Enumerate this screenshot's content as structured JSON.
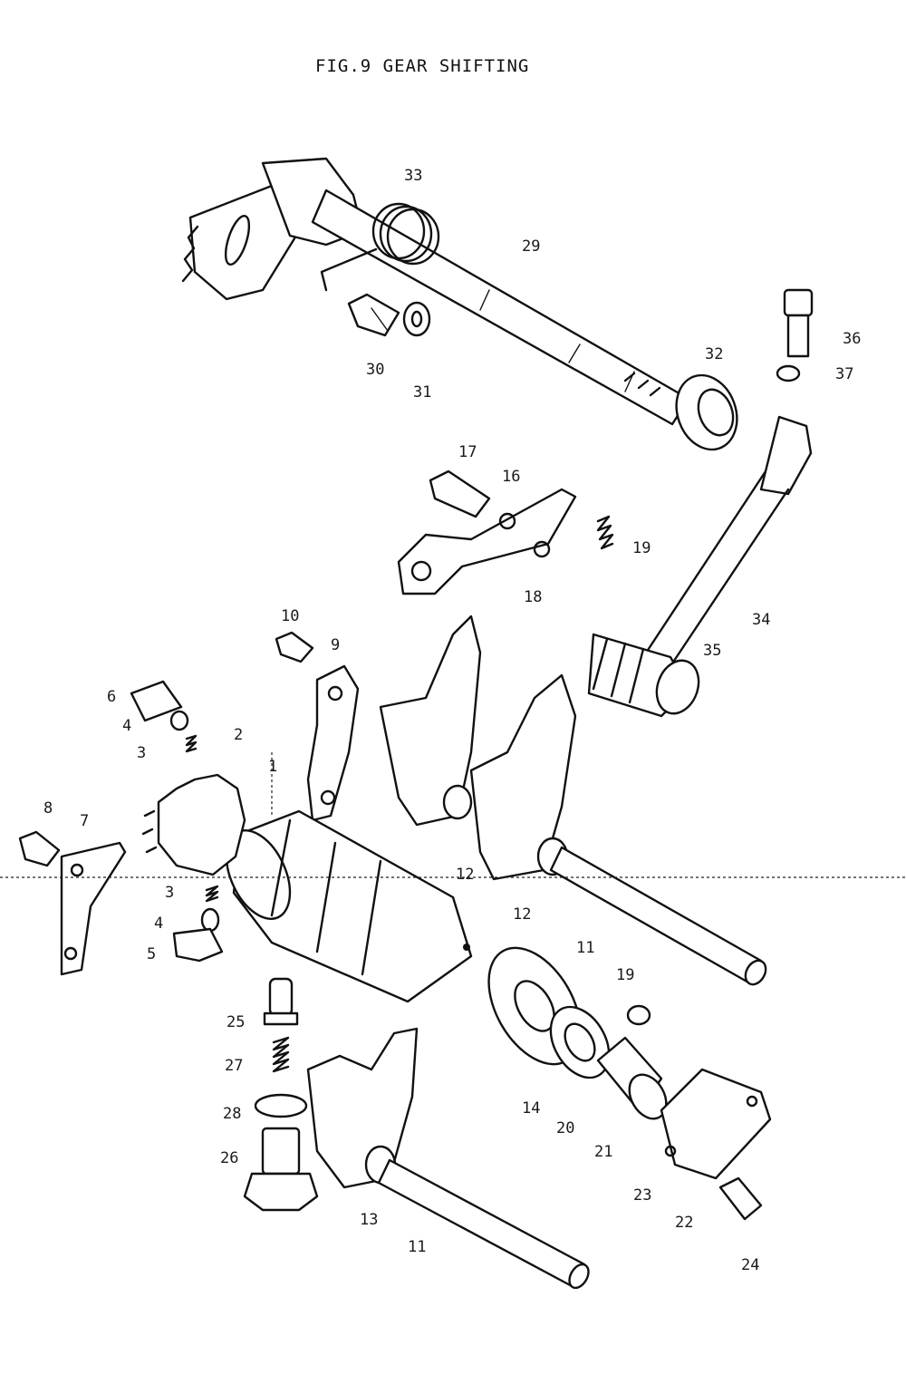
{
  "figure": {
    "title": "FIG.9  GEAR SHIFTING"
  },
  "callouts": [
    {
      "id": "c33",
      "text": "33"
    },
    {
      "id": "c29",
      "text": "29"
    },
    {
      "id": "c30",
      "text": "30"
    },
    {
      "id": "c31",
      "text": "31"
    },
    {
      "id": "c32",
      "text": "32"
    },
    {
      "id": "c36",
      "text": "36"
    },
    {
      "id": "c37",
      "text": "37"
    },
    {
      "id": "c17",
      "text": "17"
    },
    {
      "id": "c16",
      "text": "16"
    },
    {
      "id": "c19a",
      "text": "19"
    },
    {
      "id": "c18",
      "text": "18"
    },
    {
      "id": "c34",
      "text": "34"
    },
    {
      "id": "c35",
      "text": "35"
    },
    {
      "id": "c10",
      "text": "10"
    },
    {
      "id": "c9",
      "text": "9"
    },
    {
      "id": "c6",
      "text": "6"
    },
    {
      "id": "c4a",
      "text": "4"
    },
    {
      "id": "c3a",
      "text": "3"
    },
    {
      "id": "c2",
      "text": "2"
    },
    {
      "id": "c1",
      "text": "1"
    },
    {
      "id": "c8",
      "text": "8"
    },
    {
      "id": "c7",
      "text": "7"
    },
    {
      "id": "c3b",
      "text": "3"
    },
    {
      "id": "c4b",
      "text": "4"
    },
    {
      "id": "c5",
      "text": "5"
    },
    {
      "id": "c12a",
      "text": "12"
    },
    {
      "id": "c12b",
      "text": "12"
    },
    {
      "id": "c11a",
      "text": "11"
    },
    {
      "id": "c19b",
      "text": "19"
    },
    {
      "id": "c25",
      "text": "25"
    },
    {
      "id": "c27",
      "text": "27"
    },
    {
      "id": "c28",
      "text": "28"
    },
    {
      "id": "c26",
      "text": "26"
    },
    {
      "id": "c14",
      "text": "14"
    },
    {
      "id": "c20",
      "text": "20"
    },
    {
      "id": "c21",
      "text": "21"
    },
    {
      "id": "c23",
      "text": "23"
    },
    {
      "id": "c22",
      "text": "22"
    },
    {
      "id": "c13",
      "text": "13"
    },
    {
      "id": "c11b",
      "text": "11"
    },
    {
      "id": "c24",
      "text": "24"
    }
  ]
}
